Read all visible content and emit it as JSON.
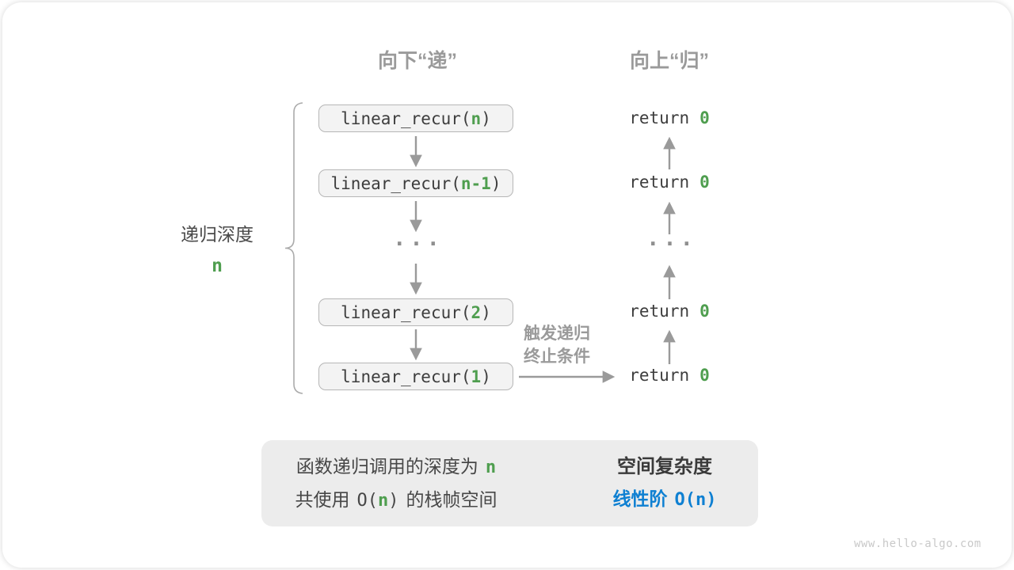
{
  "colors": {
    "accent_green": "#4f9e4f",
    "accent_blue": "#0f80d2",
    "gray_label": "#9a9a9a",
    "code_text": "#3d3d3d",
    "box_bg": "#f3f3f3",
    "box_border": "#b6b6b6",
    "panel_bg": "#ececec",
    "arrow": "#9a9a9a"
  },
  "headers": {
    "down": "向下“递”",
    "up": "向上“归”"
  },
  "depth_label": {
    "text": "递归深度",
    "var": "n"
  },
  "call_stack": [
    {
      "pre": "linear_recur(",
      "arg": "n",
      "post": ")"
    },
    {
      "pre": "linear_recur(",
      "arg": "n-1",
      "post": ")"
    },
    {
      "pre": "linear_recur(",
      "arg": "2",
      "post": ")"
    },
    {
      "pre": "linear_recur(",
      "arg": "1",
      "post": ")"
    }
  ],
  "ellipsis": "...",
  "return_stmt": {
    "pre": "return",
    "value": "0"
  },
  "trigger_label": {
    "line1": "触发递归",
    "line2": "终止条件"
  },
  "summary": {
    "line1_pre": "函数递归调用的深度为",
    "line1_var": "n",
    "line2_pre": "共使用",
    "line2_o": "O(",
    "line2_var": "n",
    "line2_close": ")",
    "line2_post": "的栈帧空间",
    "result_title": "空间复杂度",
    "result_pre": "线性阶",
    "result_big_o": "O(n)"
  },
  "watermark": "www.hello-algo.com"
}
